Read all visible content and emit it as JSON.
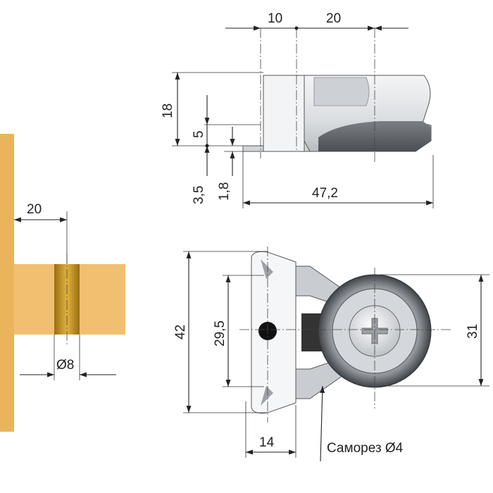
{
  "wood": {
    "panel_color": "#EAB45C",
    "shelf_color": "#F0C070",
    "dowel_color": "#C89420"
  },
  "colors": {
    "metal_light": "#E8EAEC",
    "metal_mid": "#C9CDD1",
    "metal_dark": "#5F6368",
    "line": "#222222"
  },
  "dimensions": {
    "top_10": "10",
    "top_20": "20",
    "height_18": "18",
    "height_5": "5",
    "height_3_5": "3,5",
    "height_1_8": "1,8",
    "length_47_2": "47,2",
    "wood_20": "20",
    "dowel_d8": "Ø8",
    "width_42": "42",
    "width_29_5": "29,5",
    "width_31": "31",
    "width_14": "14"
  },
  "labels": {
    "screw_note": "Саморез Ø4"
  }
}
